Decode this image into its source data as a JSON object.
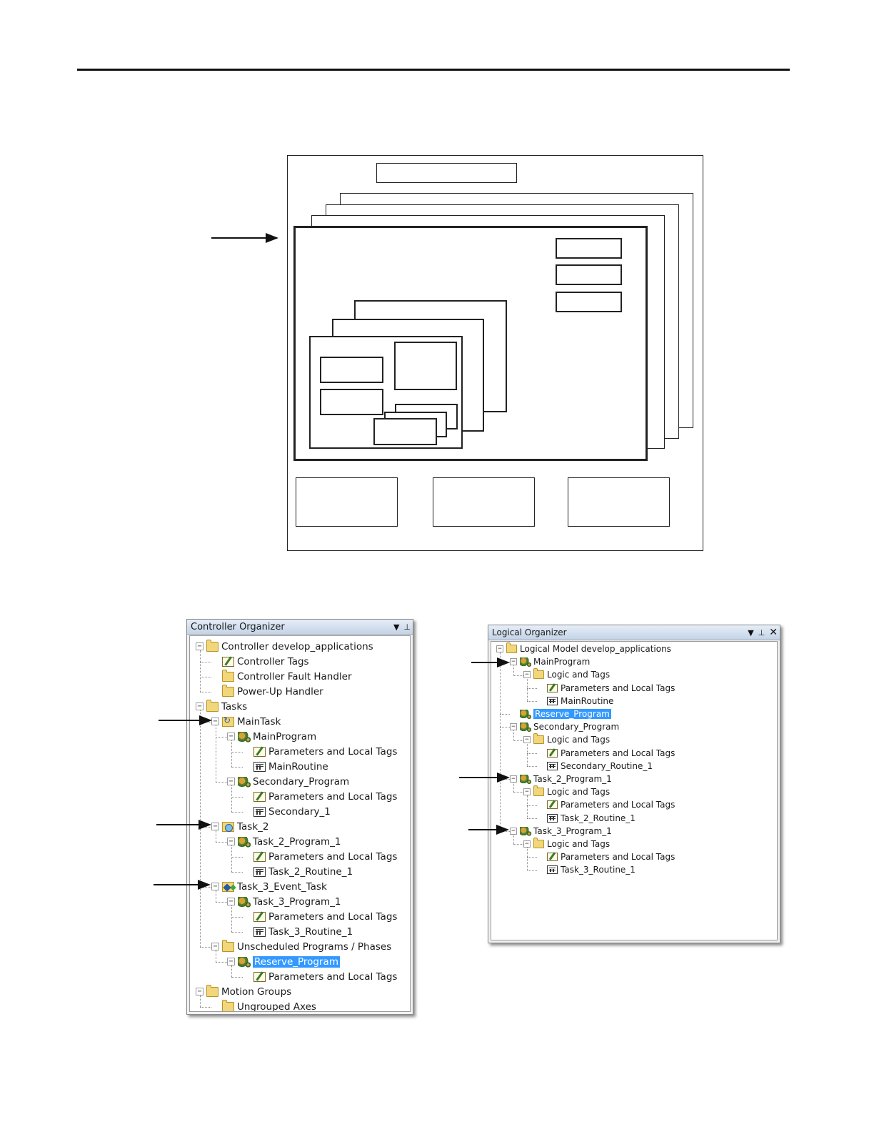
{
  "controller_organizer": {
    "title": "Controller Organizer",
    "items": [
      {
        "label": "Controller develop_applications",
        "icon": "folder-icon"
      },
      {
        "label": "Controller Tags",
        "icon": "tags-icon"
      },
      {
        "label": "Controller Fault Handler",
        "icon": "folder-icon"
      },
      {
        "label": "Power-Up Handler",
        "icon": "folder-icon"
      },
      {
        "label": "Tasks",
        "icon": "folder-icon"
      },
      {
        "label": "MainTask",
        "icon": "continuous-task-icon"
      },
      {
        "label": "MainProgram",
        "icon": "program-icon"
      },
      {
        "label": "Parameters and Local Tags",
        "icon": "tags-icon"
      },
      {
        "label": "MainRoutine",
        "icon": "routine-icon"
      },
      {
        "label": "Secondary_Program",
        "icon": "program-icon"
      },
      {
        "label": "Parameters and Local Tags",
        "icon": "tags-icon"
      },
      {
        "label": "Secondary_1",
        "icon": "routine-icon"
      },
      {
        "label": "Task_2",
        "icon": "periodic-task-icon"
      },
      {
        "label": "Task_2_Program_1",
        "icon": "program-icon"
      },
      {
        "label": "Parameters and Local Tags",
        "icon": "tags-icon"
      },
      {
        "label": "Task_2_Routine_1",
        "icon": "routine-icon"
      },
      {
        "label": "Task_3_Event_Task",
        "icon": "event-task-icon"
      },
      {
        "label": "Task_3_Program_1",
        "icon": "program-icon"
      },
      {
        "label": "Parameters and Local Tags",
        "icon": "tags-icon"
      },
      {
        "label": "Task_3_Routine_1",
        "icon": "routine-icon"
      },
      {
        "label": "Unscheduled Programs / Phases",
        "icon": "folder-icon"
      },
      {
        "label": "Reserve_Program",
        "icon": "program-icon",
        "selected": true
      },
      {
        "label": "Parameters and Local Tags",
        "icon": "tags-icon"
      },
      {
        "label": "Motion Groups",
        "icon": "folder-icon"
      },
      {
        "label": "Ungrouped Axes",
        "icon": "folder-icon"
      }
    ]
  },
  "logical_organizer": {
    "title": "Logical Organizer",
    "items": [
      {
        "label": "Logical Model develop_applications",
        "icon": "folder-icon"
      },
      {
        "label": "MainProgram",
        "icon": "program-icon"
      },
      {
        "label": "Logic and Tags",
        "icon": "folder-icon"
      },
      {
        "label": "Parameters and Local Tags",
        "icon": "tags-icon"
      },
      {
        "label": "MainRoutine",
        "icon": "routine-icon"
      },
      {
        "label": "Reserve_Program",
        "icon": "program-icon",
        "selected": true
      },
      {
        "label": "Secondary_Program",
        "icon": "program-icon"
      },
      {
        "label": "Logic and Tags",
        "icon": "folder-icon"
      },
      {
        "label": "Parameters and Local Tags",
        "icon": "tags-icon"
      },
      {
        "label": "Secondary_Routine_1",
        "icon": "routine-icon"
      },
      {
        "label": "Task_2_Program_1",
        "icon": "program-icon"
      },
      {
        "label": "Logic and Tags",
        "icon": "folder-icon"
      },
      {
        "label": "Parameters and Local Tags",
        "icon": "tags-icon"
      },
      {
        "label": "Task_2_Routine_1",
        "icon": "routine-icon"
      },
      {
        "label": "Task_3_Program_1",
        "icon": "program-icon"
      },
      {
        "label": "Logic and Tags",
        "icon": "folder-icon"
      },
      {
        "label": "Parameters and Local Tags",
        "icon": "tags-icon"
      },
      {
        "label": "Task_3_Routine_1",
        "icon": "routine-icon"
      }
    ]
  },
  "colors": {
    "selection": "#3399ff",
    "folder": "#f2d67a",
    "title_bar": "#c4d3e6"
  }
}
